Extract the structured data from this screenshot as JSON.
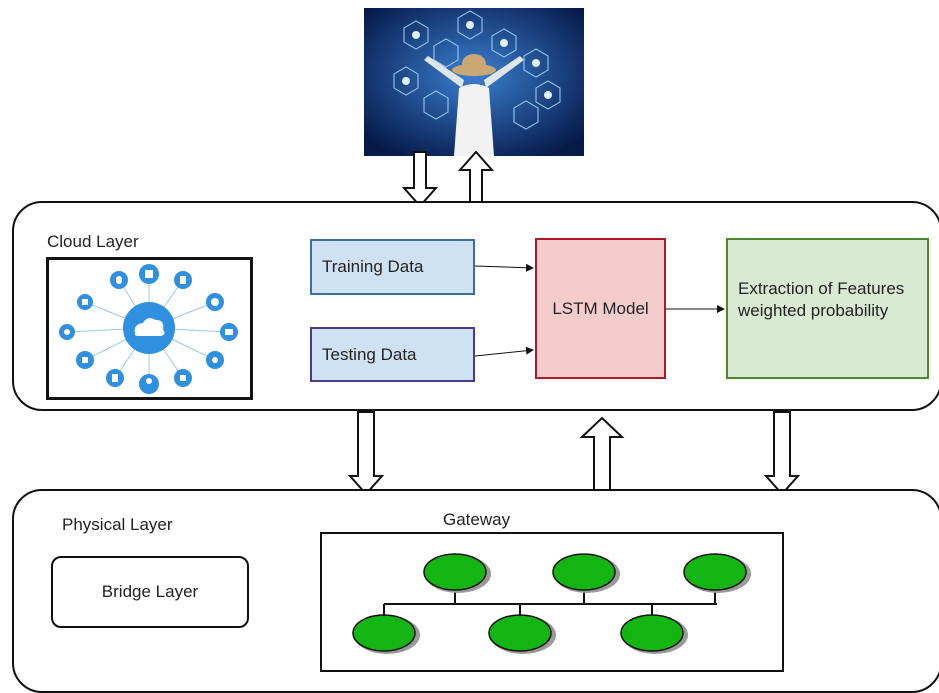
{
  "cloud_layer": {
    "label": "Cloud Layer"
  },
  "physical_layer": {
    "label": "Physical Layer"
  },
  "boxes": {
    "training": "Training Data",
    "testing": "Testing Data",
    "lstm": "LSTM Model",
    "extraction": "Extraction of Features weighted probability",
    "bridge": "Bridge Layer",
    "gateway": "Gateway"
  },
  "colors": {
    "node_fill": "#13b513",
    "hero_bg": "#0a2a6a",
    "icon_blue": "#2f8fe0"
  },
  "icons": [
    "cloud-network-icon",
    "person-tech-hexagon-image"
  ]
}
